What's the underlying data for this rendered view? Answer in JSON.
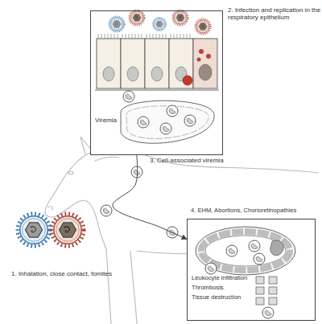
{
  "diagram": {
    "nodes": [
      {
        "text": [
          "2. Infection and replication in the respiratory epithelium",
          "Viremia"
        ]
      },
      {
        "text": [
          "4. EHM, Abortions, Chorioretinopathies",
          "Leukocyte infiltration",
          "Thrombosis",
          "Tissue destruction"
        ]
      }
    ],
    "edges": [
      {
        "from": 0,
        "to": 1,
        "arrow": "to"
      }
    ],
    "labels": [
      "3. Cell-associated viremia",
      "1. Inhalation, close contact, fomites"
    ]
  }
}
